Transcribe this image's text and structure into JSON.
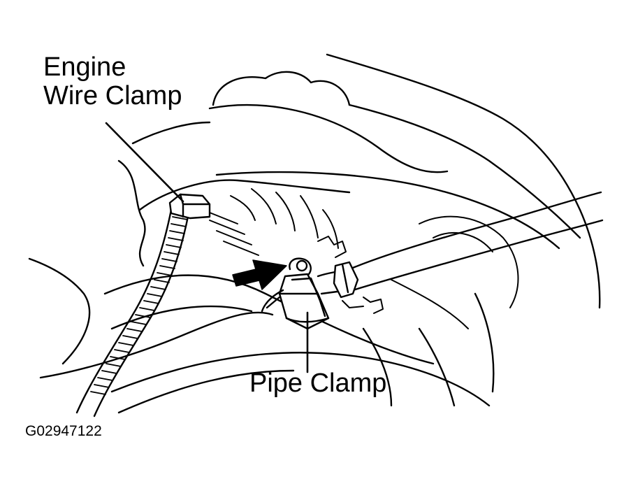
{
  "labels": {
    "engine_wire_clamp_line1": "Engine",
    "engine_wire_clamp_line2": "Wire Clamp",
    "pipe_clamp": "Pipe Clamp",
    "figure_code": "G02947122"
  },
  "colors": {
    "ink": "#000000",
    "paper": "#ffffff"
  },
  "icons": {
    "direction_arrow": "arrow-right-icon"
  }
}
